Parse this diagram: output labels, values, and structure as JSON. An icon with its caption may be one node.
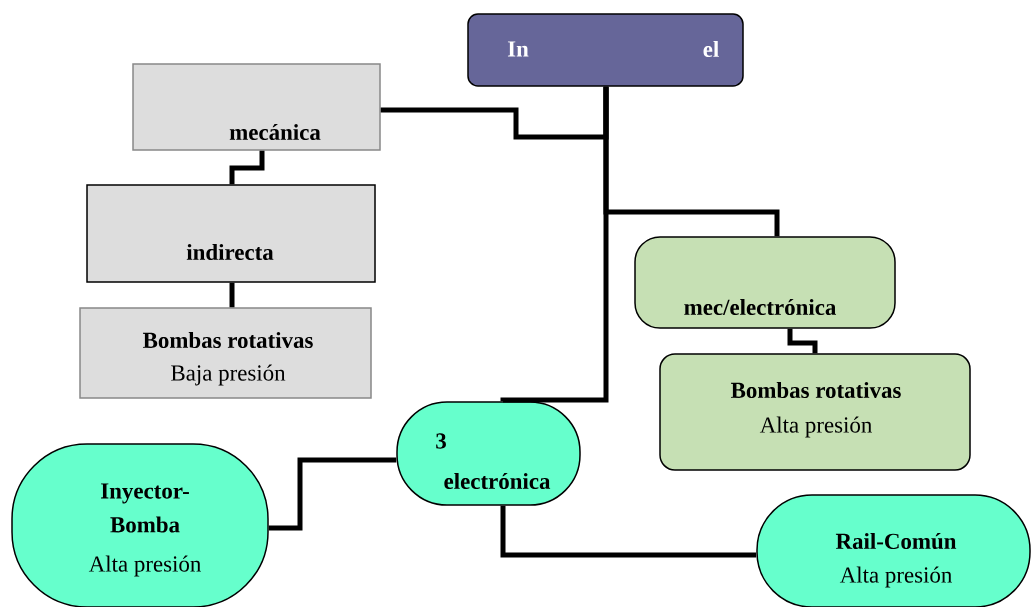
{
  "diagram": {
    "nodes": [
      {
        "text": [
          "In",
          "el"
        ]
      },
      {
        "text": [
          "mecánica"
        ]
      },
      {
        "text": [
          "indirecta"
        ]
      },
      {
        "text": [
          "Bombas rotativas",
          "Baja presión"
        ]
      },
      {
        "text": [
          "mec/electrónica"
        ]
      },
      {
        "text": [
          "Bombas rotativas",
          "Alta presión"
        ]
      },
      {
        "text": [
          "3",
          "electrónica"
        ]
      },
      {
        "text": [
          "Inyector-Bomba",
          "Alta presión"
        ]
      },
      {
        "text": [
          "Rail-Común",
          "Alta presión"
        ]
      }
    ],
    "edges": [
      {
        "from": 0,
        "to": 1,
        "arrow": "none"
      },
      {
        "from": 1,
        "to": 2,
        "arrow": "none"
      },
      {
        "from": 2,
        "to": 3,
        "arrow": "none"
      },
      {
        "from": 0,
        "to": 4,
        "arrow": "none"
      },
      {
        "from": 4,
        "to": 5,
        "arrow": "none"
      },
      {
        "from": 0,
        "to": 6,
        "arrow": "none"
      },
      {
        "from": 6,
        "to": 7,
        "arrow": "none"
      },
      {
        "from": 6,
        "to": 8,
        "arrow": "none"
      }
    ]
  }
}
